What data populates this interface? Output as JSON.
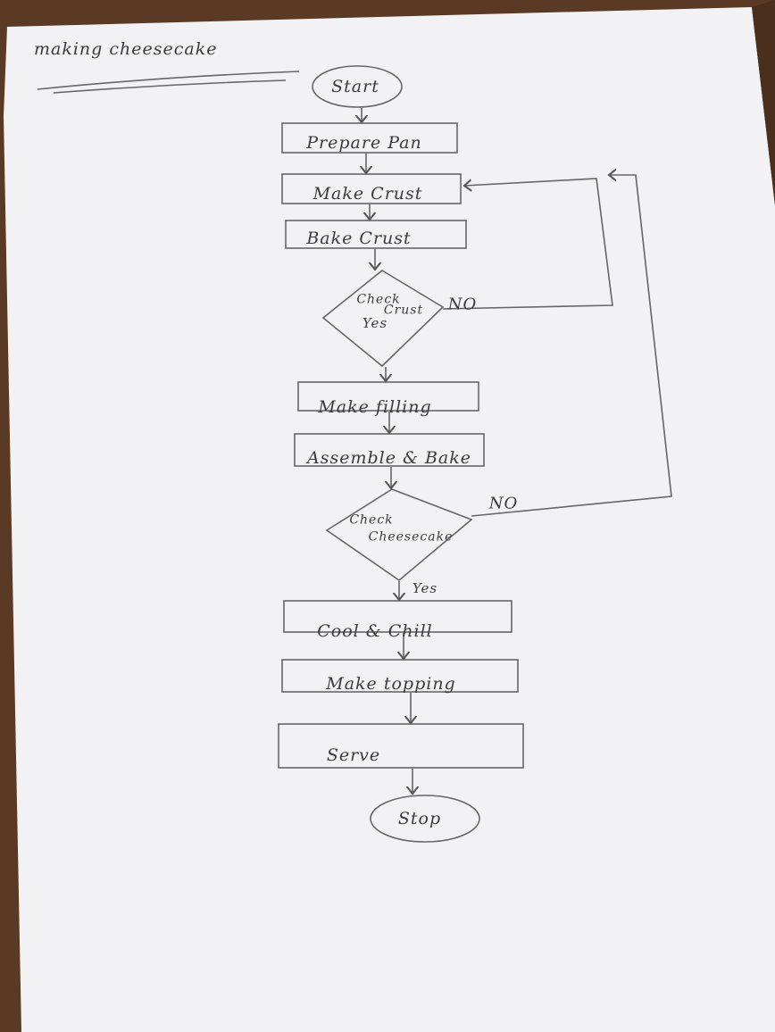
{
  "title": "making cheesecake",
  "nodes": {
    "start": "Start",
    "prepare_pan": "Prepare   Pan",
    "make_crust": "Make   Crust",
    "bake_crust": "Bake   Crust",
    "check_crust_line1": "Check",
    "check_crust_line2": "Crust",
    "make_filling": "Make  filling",
    "assemble_bake": "Assemble  & Bake",
    "check_cheesecake_line1": "Check",
    "check_cheesecake_line2": "Cheesecake",
    "cool_chill": "Cool & Chill",
    "make_topping": "Make   topping",
    "serve": "Serve",
    "stop": "Stop"
  },
  "edges": {
    "crust_yes": "Yes",
    "crust_no": "NO",
    "cheesecake_no": "NO",
    "cheesecake_yes": "Yes"
  }
}
